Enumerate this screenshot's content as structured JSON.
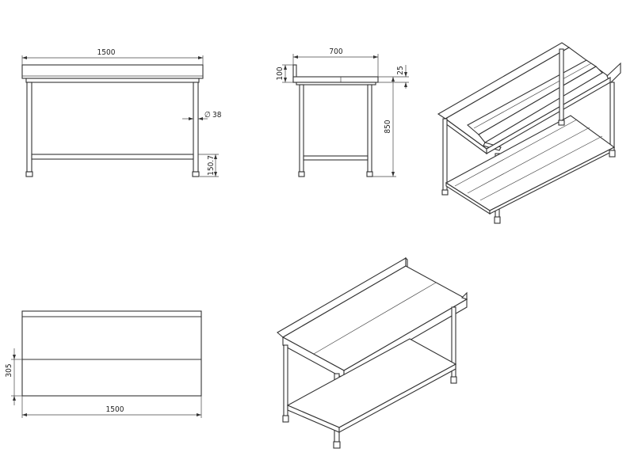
{
  "views": {
    "front": {
      "width_label": "1500",
      "tube_label": "38",
      "shelf_height_label": "150.7"
    },
    "side": {
      "depth_label": "700",
      "backsplash_label": "100",
      "top_thickness_label": "25",
      "height_label": "850"
    },
    "plan": {
      "width_label": "1500",
      "depth_label": "305"
    }
  },
  "symbols": {
    "diameter": "∅"
  }
}
